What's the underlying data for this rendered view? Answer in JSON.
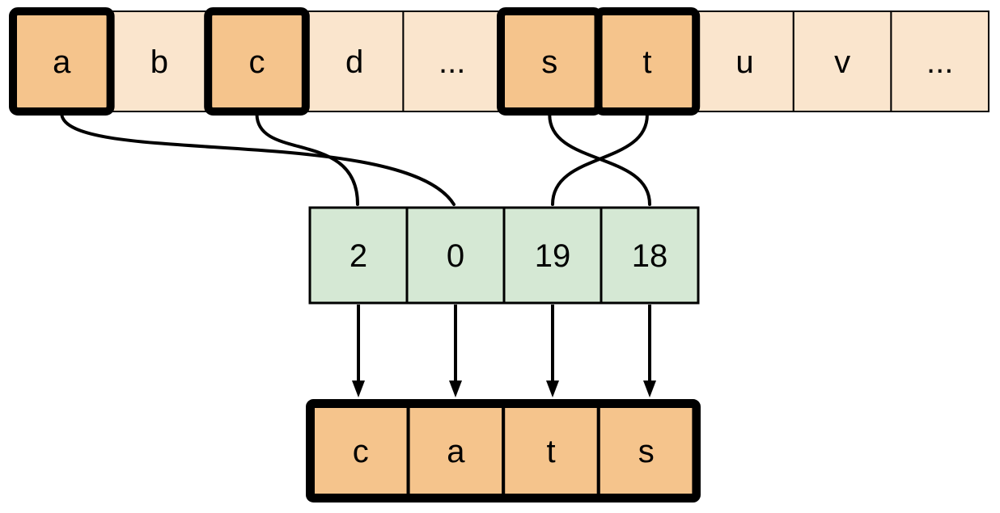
{
  "colors": {
    "cell_light": "#FAE5CD",
    "cell_highlight": "#F5C48C",
    "cell_index": "#D5E8D4",
    "stroke": "#000000"
  },
  "alphabet_row": {
    "cells": [
      {
        "label": "a",
        "highlighted": true
      },
      {
        "label": "b",
        "highlighted": false
      },
      {
        "label": "c",
        "highlighted": true
      },
      {
        "label": "d",
        "highlighted": false
      },
      {
        "label": "...",
        "highlighted": false
      },
      {
        "label": "s",
        "highlighted": true
      },
      {
        "label": "t",
        "highlighted": true
      },
      {
        "label": "u",
        "highlighted": false
      },
      {
        "label": "v",
        "highlighted": false
      },
      {
        "label": "...",
        "highlighted": false
      }
    ]
  },
  "index_row": {
    "cells": [
      {
        "label": "2"
      },
      {
        "label": "0"
      },
      {
        "label": "19"
      },
      {
        "label": "18"
      }
    ]
  },
  "output_row": {
    "cells": [
      {
        "label": "c"
      },
      {
        "label": "a"
      },
      {
        "label": "t"
      },
      {
        "label": "s"
      }
    ]
  },
  "mappings": {
    "curved_connectors": [
      {
        "from_letter": "a",
        "to_index": "0"
      },
      {
        "from_letter": "c",
        "to_index": "2"
      },
      {
        "from_letter": "s",
        "to_index": "18"
      },
      {
        "from_letter": "t",
        "to_index": "19"
      }
    ],
    "straight_arrows": [
      {
        "from_index": "2",
        "to_letter": "c"
      },
      {
        "from_index": "0",
        "to_letter": "a"
      },
      {
        "from_index": "19",
        "to_letter": "t"
      },
      {
        "from_index": "18",
        "to_letter": "s"
      }
    ]
  }
}
